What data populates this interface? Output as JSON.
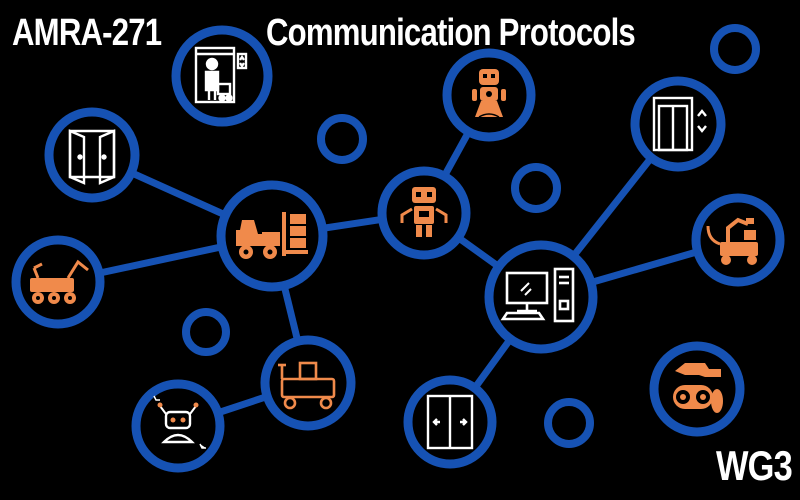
{
  "header": {
    "code": "AMRA-271",
    "title": "Communication Protocols"
  },
  "footer": {
    "group": "WG3"
  },
  "colors": {
    "background": "#000000",
    "ring": "#1652b4",
    "icon_white": "#ffffff",
    "icon_orange": "#f08a4b",
    "text": "#ffffff"
  },
  "nodes": [
    {
      "id": "lift",
      "icon": "lift-with-person-icon",
      "color": "white"
    },
    {
      "id": "robot-girl",
      "icon": "service-robot-icon",
      "color": "orange"
    },
    {
      "id": "doors",
      "icon": "double-door-icon",
      "color": "white"
    },
    {
      "id": "forklift",
      "icon": "forklift-icon",
      "color": "orange"
    },
    {
      "id": "robot-arms",
      "icon": "humanoid-robot-icon",
      "color": "orange"
    },
    {
      "id": "elevator",
      "icon": "elevator-icon",
      "color": "white"
    },
    {
      "id": "rover",
      "icon": "rover-arm-icon",
      "color": "orange"
    },
    {
      "id": "computer",
      "icon": "computer-icon",
      "color": "white"
    },
    {
      "id": "arm-robot",
      "icon": "robot-arm-cart-icon",
      "color": "orange"
    },
    {
      "id": "cart",
      "icon": "delivery-cart-icon",
      "color": "orange"
    },
    {
      "id": "sliding-door",
      "icon": "sliding-door-icon",
      "color": "white"
    },
    {
      "id": "small-robot",
      "icon": "small-robot-icon",
      "color": "white"
    },
    {
      "id": "tracked-robot",
      "icon": "tracked-robot-icon",
      "color": "orange"
    }
  ],
  "edges": [
    [
      "doors",
      "forklift"
    ],
    [
      "rover",
      "forklift"
    ],
    [
      "forklift",
      "robot-arms"
    ],
    [
      "forklift",
      "cart"
    ],
    [
      "robot-arms",
      "robot-girl"
    ],
    [
      "robot-arms",
      "computer"
    ],
    [
      "computer",
      "elevator"
    ],
    [
      "computer",
      "arm-robot"
    ],
    [
      "computer",
      "sliding-door"
    ],
    [
      "cart",
      "small-robot"
    ]
  ]
}
